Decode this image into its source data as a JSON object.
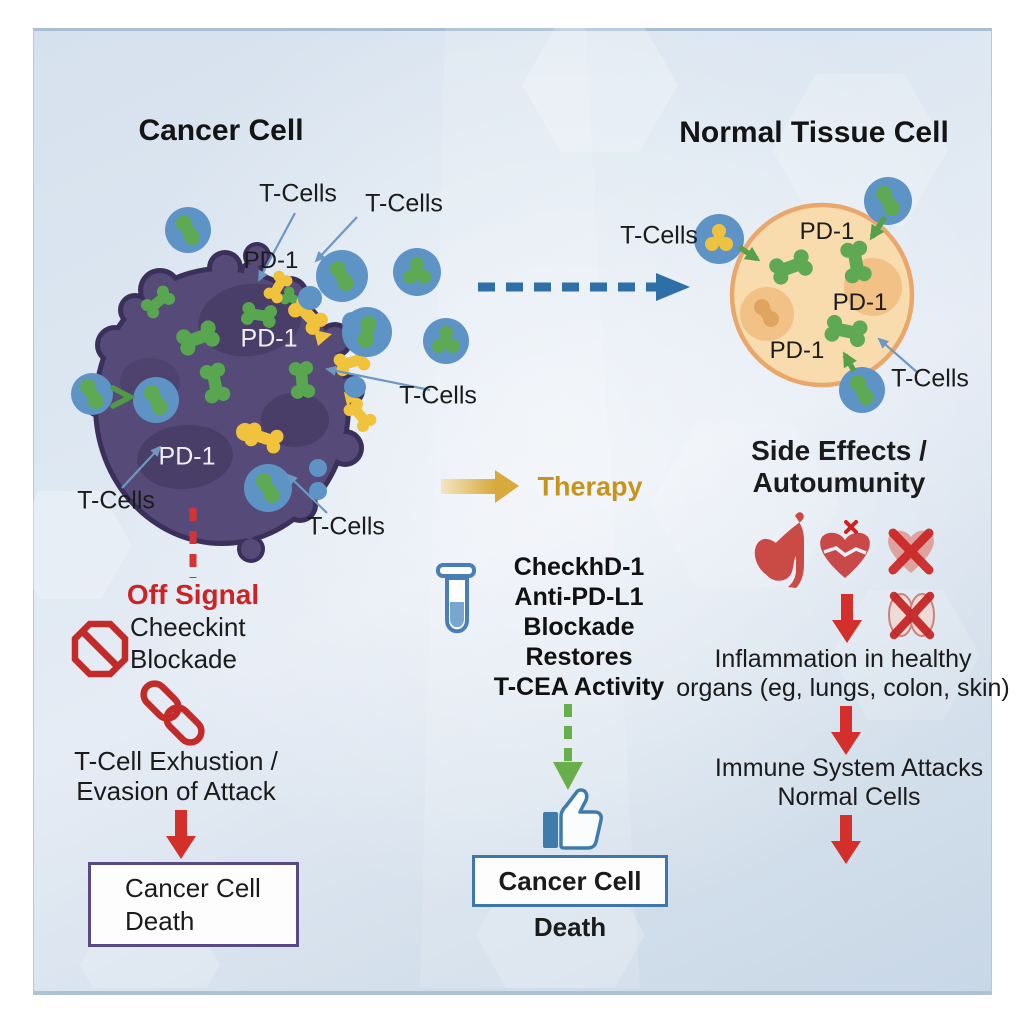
{
  "titles": {
    "cancer_cell": "Cancer Cell",
    "normal_tissue_cell": "Normal Tissue Cell"
  },
  "labels": {
    "t_cells": "T-Cells",
    "pd1": "PD-1"
  },
  "left_flow": {
    "off_signal": "Off Signal",
    "checkpoint_line1": "Cheeckint",
    "checkpoint_line2": "Blockade",
    "exhaustion_line1": "T-Cell Exhustion /",
    "exhaustion_line2": "Evasion of Attack",
    "death_line1": "Cancer Cell",
    "death_line2": "Death"
  },
  "center_flow": {
    "therapy": "Therapy",
    "therapy_line1": "CheckhD-1",
    "therapy_line2": "Anti-PD-L1 Blockade",
    "therapy_line3": "Restores",
    "therapy_line4": "T-CEA Activity",
    "death": "Cancer Cell Death"
  },
  "right_flow": {
    "side_effects_line1": "Side Effects /",
    "side_effects_line2": "Autoumunity",
    "inflammation_line1": "Inflammation in healthy",
    "inflammation_line2": "organs (eg, lungs, colon, skin)",
    "attack_line1": "Immune System Attacks",
    "attack_line2": "Normal Cells"
  },
  "icons": {
    "prohibition": "prohibition-icon",
    "chain_link": "chain-link-icon",
    "test_tube": "test-tube-icon",
    "thumbs_up": "thumbs-up-icon",
    "stomach": "stomach-icon",
    "broken_heart": "broken-heart-icon",
    "crossed_heart": "crossed-heart-icon",
    "crossed_brain": "crossed-brain-icon",
    "red_arrow": "red-arrow-icon",
    "gold_arrow": "therapy-arrow-icon",
    "blue_dashed_arrow": "transition-dashed-arrow-icon",
    "green_dashed_arrow": "restored-activity-arrow-icon"
  },
  "colors": {
    "cancer_cell_body": "#564b78",
    "cancer_cell_border": "#3a3059",
    "t_cell_blue": "#5e93c6",
    "receptor_green": "#58a64f",
    "ligand_yellow": "#f1c33c",
    "normal_cell_fill": "#f8dcae",
    "normal_cell_border": "#e9a76b",
    "danger_red": "#d3302c",
    "therapy_gold": "#cf9a28",
    "arrow_blue": "#2f6fa7",
    "box_border_purple": "#594a85",
    "box_border_blue": "#3e77ad"
  }
}
